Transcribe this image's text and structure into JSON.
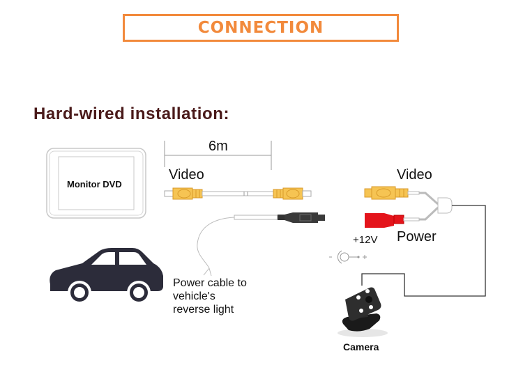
{
  "header": {
    "title": "CONNECTION",
    "accent_color": "#f28a3c"
  },
  "section": {
    "heading": "Hard-wired installation:",
    "heading_color": "#4a1a1a"
  },
  "diagram": {
    "monitor_label": "Monitor DVD",
    "cable_length_label": "6m",
    "extension_cable_label": "Video",
    "camera_video_label": "Video",
    "camera_power_label": "Power",
    "voltage_label": "+12V",
    "power_note_lines": [
      "Power cable to",
      "vehicle's",
      "reverse light"
    ],
    "camera_label": "Camera",
    "connector_colors": {
      "video_rca": "#f6c453",
      "power_rca": "#e4141b",
      "power_plug": "#3a3a3a"
    },
    "icons": [
      "monitor-icon",
      "car-icon",
      "camera-icon",
      "dc-jack-icon",
      "rca-connector-icon"
    ]
  }
}
